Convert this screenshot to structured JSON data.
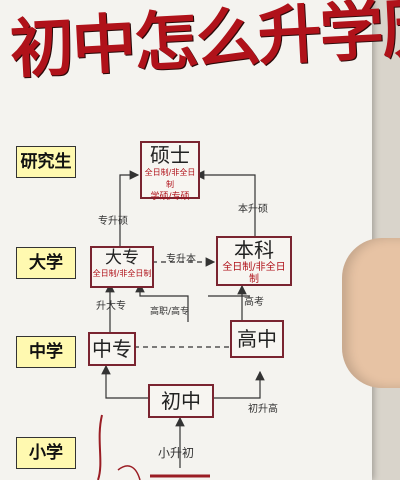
{
  "title": "初中怎么升学历",
  "levels": {
    "postgrad": "研究生",
    "university": "大学",
    "middle": "中学",
    "primary": "小学"
  },
  "nodes": {
    "master": {
      "name": "硕士",
      "line1": "全日制/非全日制",
      "line2": "学硕/专硕"
    },
    "junior_college": {
      "name": "大专",
      "line1": "全日制/非全日制"
    },
    "bachelor": {
      "name": "本科",
      "line1": "全日制/非全日制"
    },
    "technical_school": {
      "name": "中专"
    },
    "high_school": {
      "name": "高中"
    },
    "junior_middle": {
      "name": "初中"
    }
  },
  "labels": {
    "zhuan_sheng_shuo": "专升硕",
    "ben_sheng_shuo": "本升硕",
    "zhuan_sheng_ben": "专升本",
    "sheng_da_zhuan": "升大专",
    "gao_qi_gao_zhuan": "高职/高专",
    "gao_kao": "高考",
    "chu_sheng_gao": "初升高",
    "xiao_sheng_chu": "小升初"
  }
}
